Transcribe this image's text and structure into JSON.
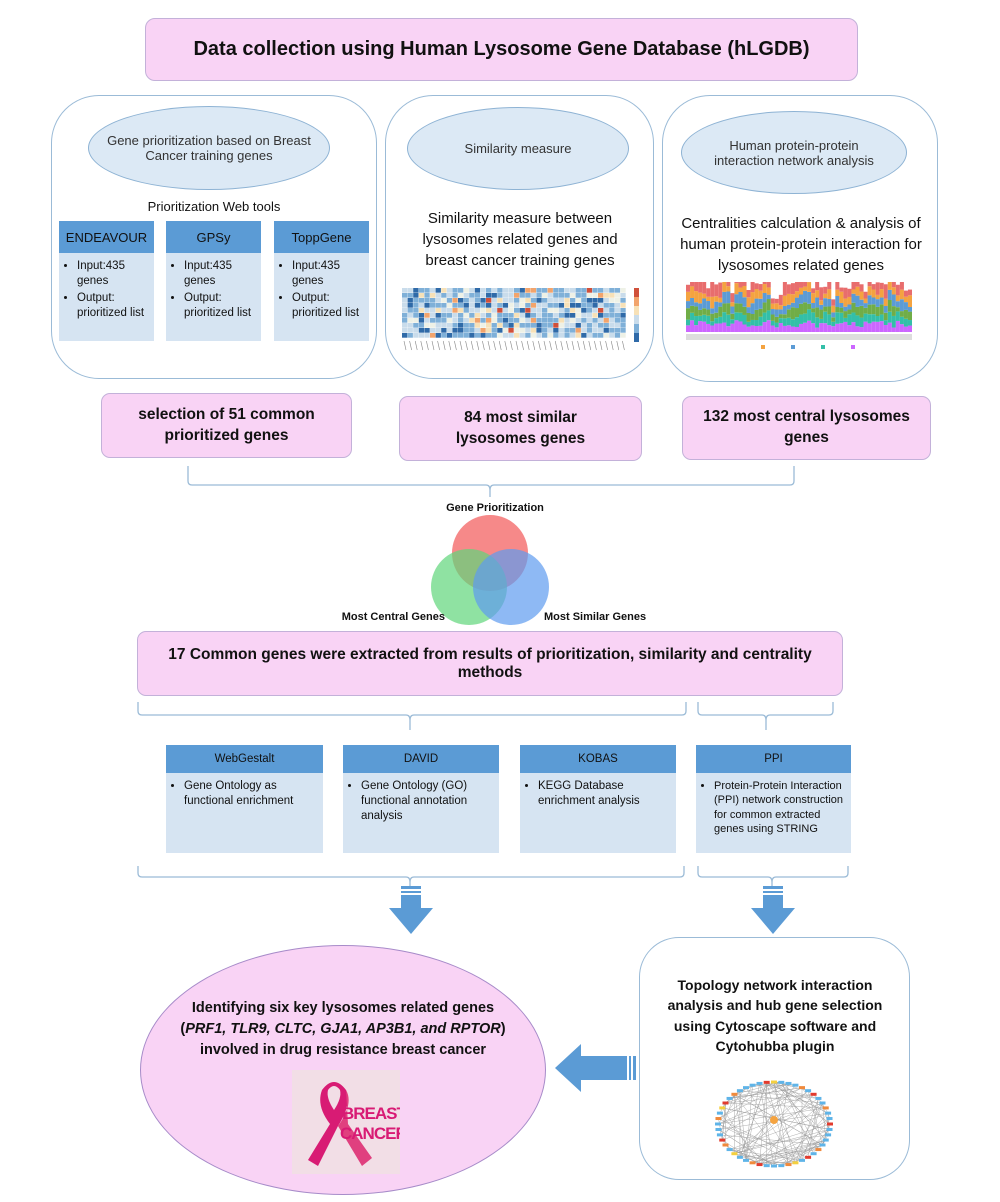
{
  "title": "Data collection using Human Lysosome Gene Database (hLGDB)",
  "panel1": {
    "ellipse": "Gene prioritization based on Breast Cancer training genes",
    "tools_heading": "Prioritization Web tools",
    "tools": [
      {
        "name": "ENDEAVOUR",
        "bullets": [
          "Input:435 genes",
          "Output: prioritized list"
        ]
      },
      {
        "name": "GPSy",
        "bullets": [
          "Input:435 genes",
          "Output: prioritized list"
        ]
      },
      {
        "name": "ToppGene",
        "bullets": [
          "Input:435 genes",
          "Output: prioritized list"
        ]
      }
    ],
    "result": "selection of 51 common prioritized genes"
  },
  "panel2": {
    "ellipse": "Similarity measure",
    "text": "Similarity measure between lysosomes related genes and breast cancer training  genes",
    "result": "84 most similar lysosomes genes"
  },
  "panel3": {
    "ellipse": "Human protein-protein interaction network analysis",
    "text": "Centralities calculation & analysis of human protein-protein interaction for lysosomes related genes",
    "result": "132 most central lysosomes genes"
  },
  "venn": {
    "label_top": "Gene Prioritization",
    "label_left": "Most Central Genes",
    "label_right": "Most Similar Genes",
    "colors": {
      "top": "#f46b6b",
      "left": "#5fd67a",
      "right": "#5e9bf0"
    }
  },
  "common": "17 Common  genes were extracted from results of prioritization,  similarity and centrality methods",
  "analysis_tools": [
    {
      "name": "WebGestalt",
      "bullet": "Gene Ontology as functional enrichment"
    },
    {
      "name": "DAVID",
      "bullet": "Gene Ontology (GO) functional annotation analysis"
    },
    {
      "name": "KOBAS",
      "bullet": "KEGG Database enrichment analysis"
    },
    {
      "name": "PPI",
      "bullet": "Protein-Protein Interaction (PPI) network construction for common extracted genes using STRING"
    }
  ],
  "topology": "Topology network interaction analysis and hub gene selection using Cytoscape software and Cytohubba plugin",
  "final": {
    "line1": "Identifying six key lysosomes related genes",
    "genes_open": "(",
    "genes": "PRF1, TLR9, CLTC, GJA1, AP3B1, and  RPTOR",
    "genes_close": ")",
    "line3": "involved in drug resistance breast cancer",
    "logo_line1": "BREAST",
    "logo_line2": "CANCER"
  },
  "colors": {
    "pink": "#f9d3f5",
    "blue_head": "#5b9bd5",
    "blue_body": "#d6e4f2",
    "ellipse": "#dce9f5"
  }
}
